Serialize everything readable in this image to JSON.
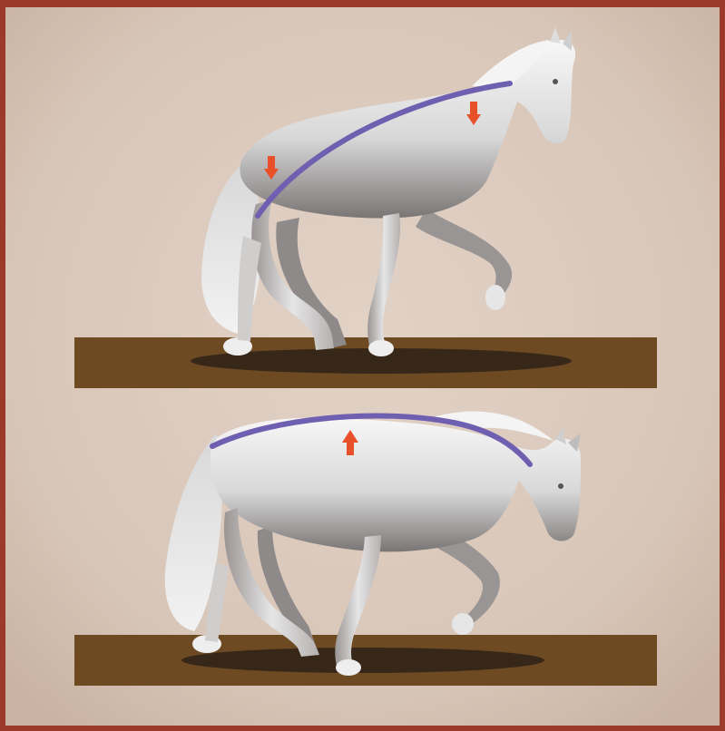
{
  "colors": {
    "frame_border": "#8a2a20",
    "background": "#dccbbf",
    "ground": "#6e4a22",
    "horse_coat": "#e9e9e9",
    "horse_shadow": "#3a3030",
    "spine_line": "#6f5fb0",
    "arrow": "#e8502a"
  },
  "panels": [
    {
      "pose": "collected-hollow-back",
      "spine_line": "top-line",
      "arrows": [
        "hindquarter-arrow-down",
        "wither-arrow-down"
      ]
    },
    {
      "pose": "stretching-rounded-back",
      "spine_line": "top-line",
      "arrows": [
        "back-arrow-up"
      ]
    }
  ],
  "icons": [
    "arrow-down-icon",
    "arrow-up-icon"
  ]
}
